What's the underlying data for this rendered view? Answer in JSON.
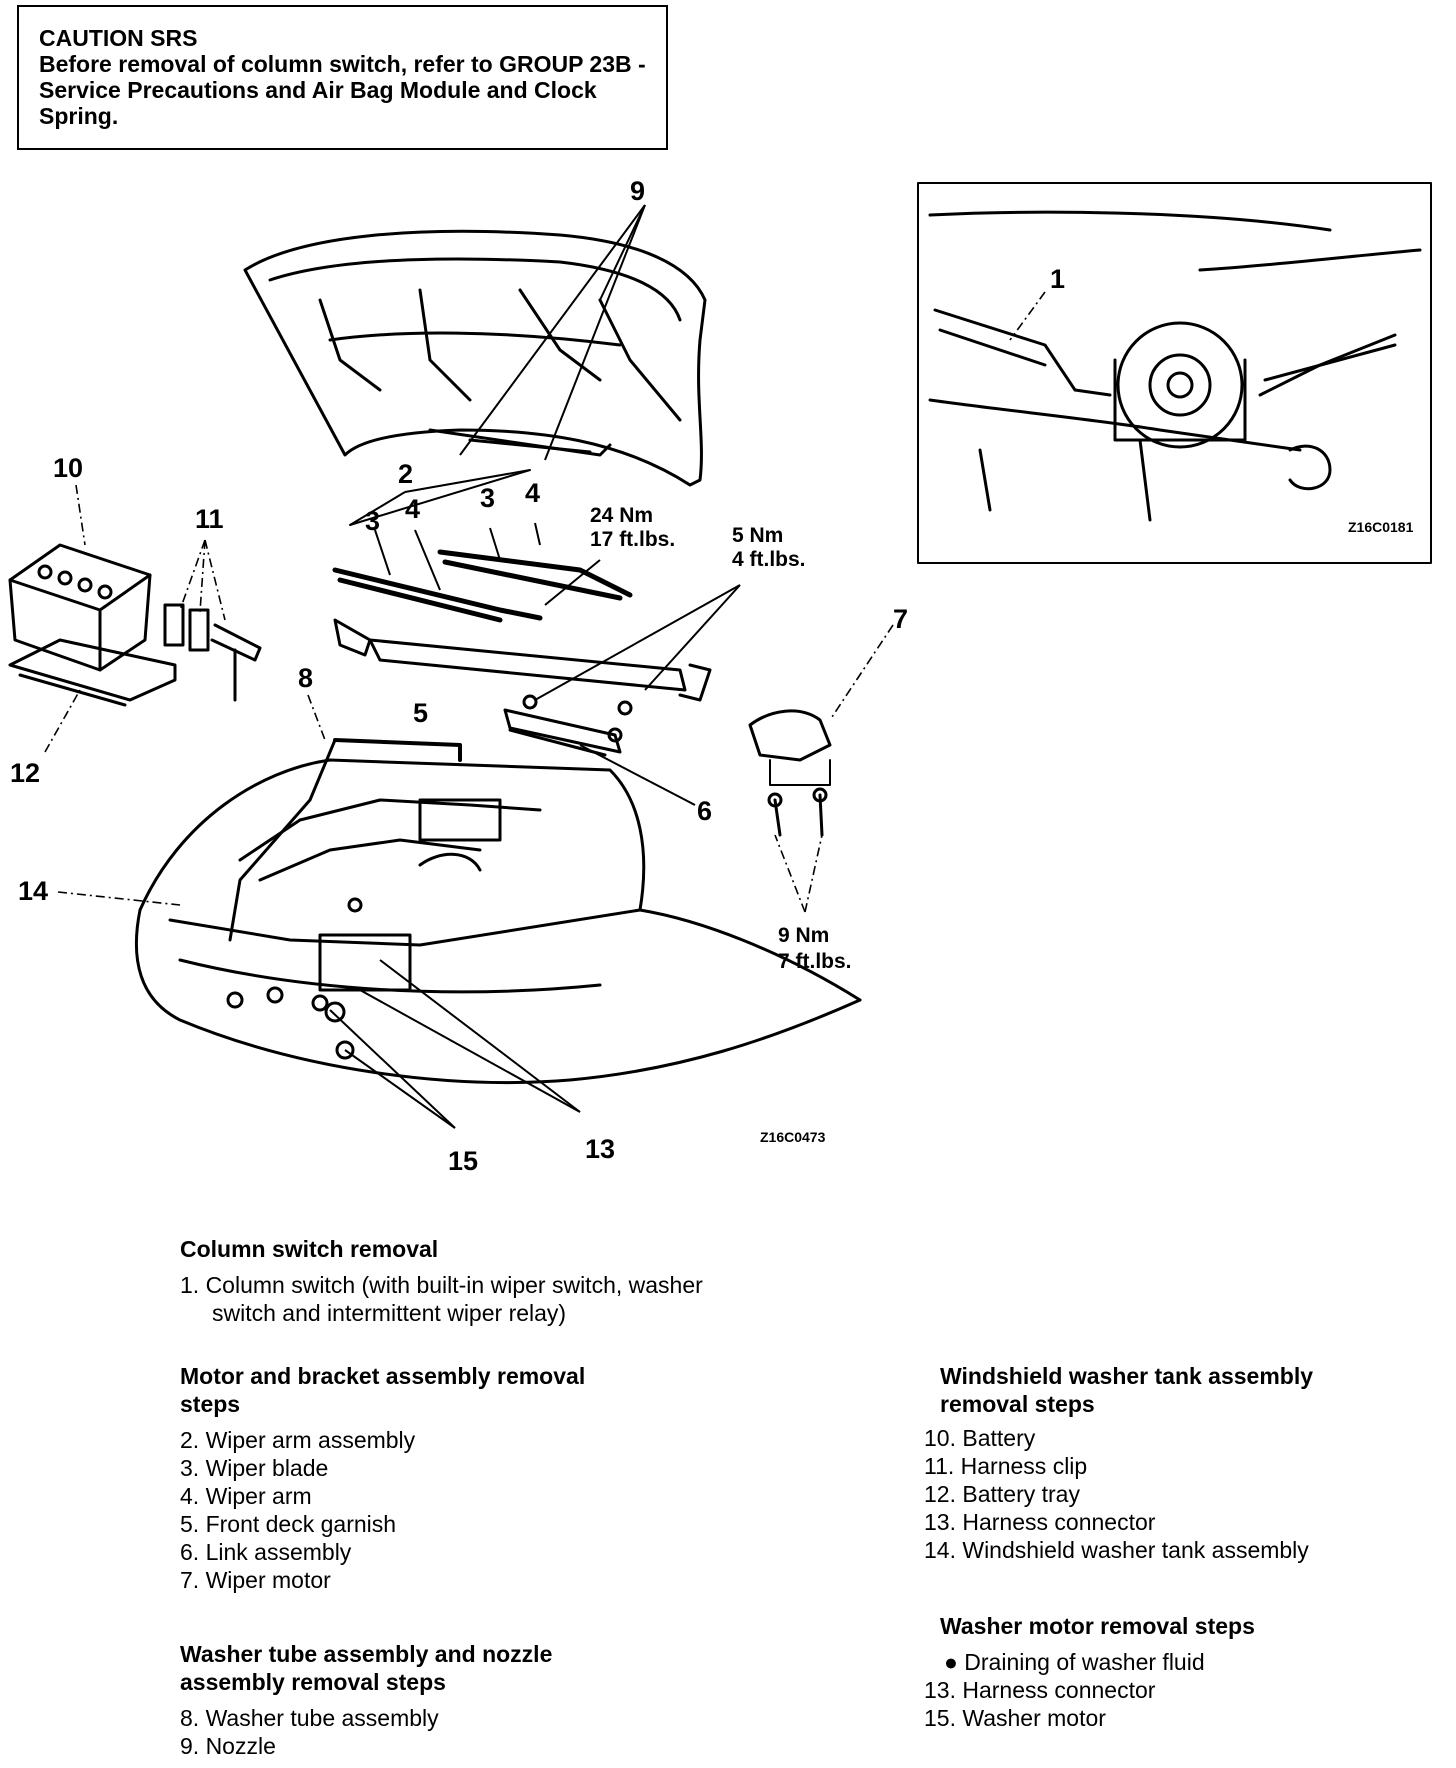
{
  "caution": {
    "title": "CAUTION SRS",
    "body": "Before removal of column switch, refer to GROUP 23B - Service Precautions and Air Bag Module and Clock Spring."
  },
  "diagram": {
    "main_code": "Z16C0473",
    "inset_code": "Z16C0181",
    "labels": {
      "l1": "1",
      "l2": "2",
      "l3a": "3",
      "l3b": "3",
      "l4a": "4",
      "l4b": "4",
      "l5": "5",
      "l6": "6",
      "l7": "7",
      "l8": "8",
      "l9a": "9",
      "l10": "10",
      "l11": "11",
      "l12": "12",
      "l13": "13",
      "l14": "14",
      "l15": "15"
    },
    "torque": {
      "t24_nm": "24 Nm",
      "t24_ft": "17 ft.lbs.",
      "t5_nm": "5 Nm",
      "t5_ft": "4 ft.lbs.",
      "t9_nm": "9 Nm",
      "t9_ft": "7 ft.lbs."
    }
  },
  "legend": {
    "column": {
      "heading": "Column switch removal",
      "items": [
        "1. Column switch (with built-in wiper switch, washer",
        "switch and intermittent wiper relay)"
      ]
    },
    "motor": {
      "heading1": "Motor and bracket assembly removal",
      "heading2": "steps",
      "items": [
        "2. Wiper arm assembly",
        "3. Wiper blade",
        "4. Wiper arm",
        "5. Front deck garnish",
        "6. Link assembly",
        "7. Wiper motor"
      ]
    },
    "washer_tube": {
      "heading1": "Washer tube assembly and nozzle",
      "heading2": "assembly removal steps",
      "items": [
        "8. Washer tube assembly",
        "9. Nozzle"
      ]
    },
    "tank": {
      "heading1": "Windshield washer tank assembly",
      "heading2": "removal steps",
      "items": [
        "10. Battery",
        "11. Harness clip",
        "12. Battery tray",
        "13. Harness connector",
        "14. Windshield washer tank assembly"
      ]
    },
    "washer_motor": {
      "heading": "Washer motor removal steps",
      "items": [
        "● Draining of washer fluid",
        "13. Harness connector",
        "15. Washer motor"
      ]
    }
  }
}
